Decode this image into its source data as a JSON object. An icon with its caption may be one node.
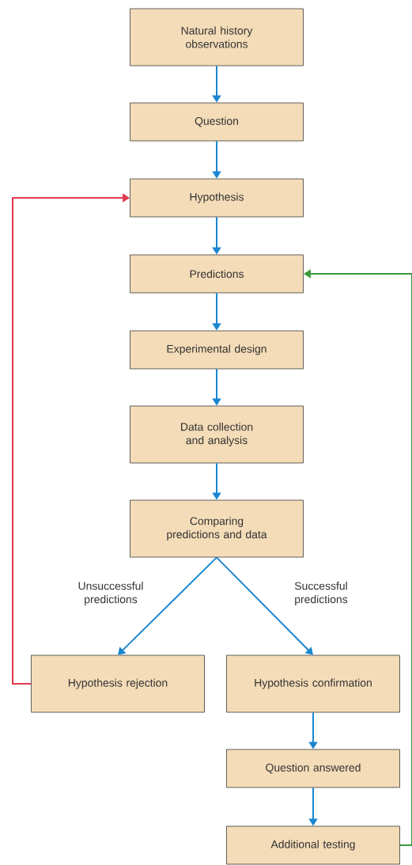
{
  "diagram": {
    "nodes": [
      {
        "text": [
          "Natural history observations"
        ]
      },
      {
        "text": [
          "Question"
        ]
      },
      {
        "text": [
          "Hypothesis"
        ]
      },
      {
        "text": [
          "Predictions"
        ]
      },
      {
        "text": [
          "Experimental design"
        ]
      },
      {
        "text": [
          "Data collection and analysis"
        ]
      },
      {
        "text": [
          "Comparing predictions and data"
        ]
      },
      {
        "text": [
          "Hypothesis rejection"
        ]
      },
      {
        "text": [
          "Hypothesis confirmation"
        ]
      },
      {
        "text": [
          "Question answered"
        ]
      },
      {
        "text": [
          "Additional testing"
        ]
      }
    ],
    "edges": [
      {
        "from": 0,
        "to": 1,
        "arrow": "to"
      },
      {
        "from": 1,
        "to": 2,
        "arrow": "to"
      },
      {
        "from": 2,
        "to": 3,
        "arrow": "to"
      },
      {
        "from": 3,
        "to": 4,
        "arrow": "to"
      },
      {
        "from": 4,
        "to": 5,
        "arrow": "to"
      },
      {
        "from": 5,
        "to": 6,
        "arrow": "to"
      },
      {
        "from": 6,
        "to": 7,
        "arrow": "to",
        "label": "Unsuccessful predictions"
      },
      {
        "from": 6,
        "to": 8,
        "arrow": "to",
        "label": "Successful predictions"
      },
      {
        "from": 8,
        "to": 9,
        "arrow": "to"
      },
      {
        "from": 9,
        "to": 10,
        "arrow": "to"
      },
      {
        "from": 7,
        "to": 2,
        "arrow": "to",
        "color": "#e0384f"
      },
      {
        "from": 10,
        "to": 3,
        "arrow": "to",
        "color": "#3a9a3a"
      }
    ]
  }
}
